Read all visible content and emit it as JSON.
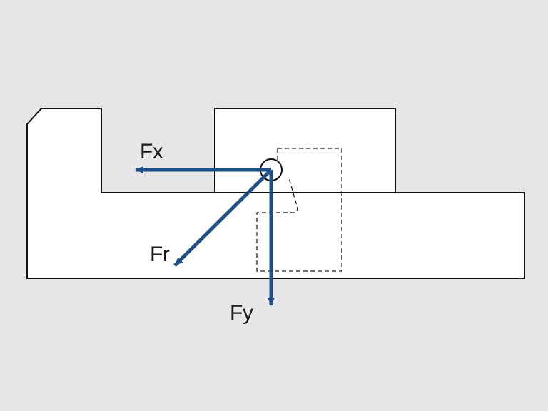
{
  "diagram": {
    "colors": {
      "background": "#e6e6e9",
      "part_fill": "#ffffff",
      "outline": "#111111",
      "vector": "#1f4e87"
    },
    "labels": {
      "fx": "Fx",
      "fr": "Fr",
      "fy": "Fy"
    }
  }
}
